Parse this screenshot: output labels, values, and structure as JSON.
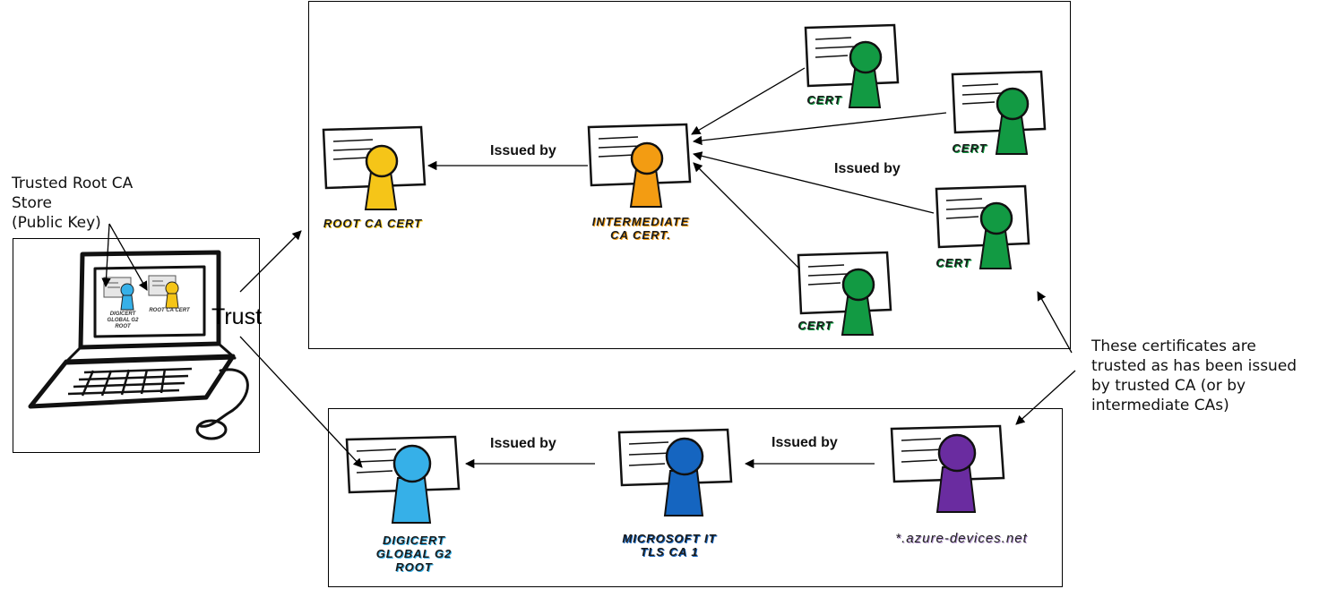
{
  "left_note": "Trusted Root CA\nStore\n(Public Key)",
  "trust_label": "Trust",
  "right_note": "These certificates are\ntrusted as has been issued\nby trusted CA (or by\nintermediate CAs)",
  "issued_by": "Issued by",
  "certs": {
    "root": {
      "label": "ROOT CA CERT",
      "color": "#f5c518"
    },
    "intermediate": {
      "label": "INTERMEDIATE\nCA CERT.",
      "color": "#f39c12"
    },
    "leaf_label": "CERT",
    "leaf_color": "#129a43",
    "digicert": {
      "label": "DIGICERT\nGLOBAL G2\nROOT",
      "color": "#36b0e8"
    },
    "microsoft": {
      "label": "MICROSOFT IT\nTLS CA 1",
      "color": "#1565c0"
    },
    "azure": {
      "label": "*.azure-devices.net",
      "color": "#6a2ca0"
    }
  },
  "laptop": {
    "screen_left_label": "DIGICERT\nGLOBAL G2\nROOT",
    "screen_right_label": "ROOT CA CERT"
  }
}
